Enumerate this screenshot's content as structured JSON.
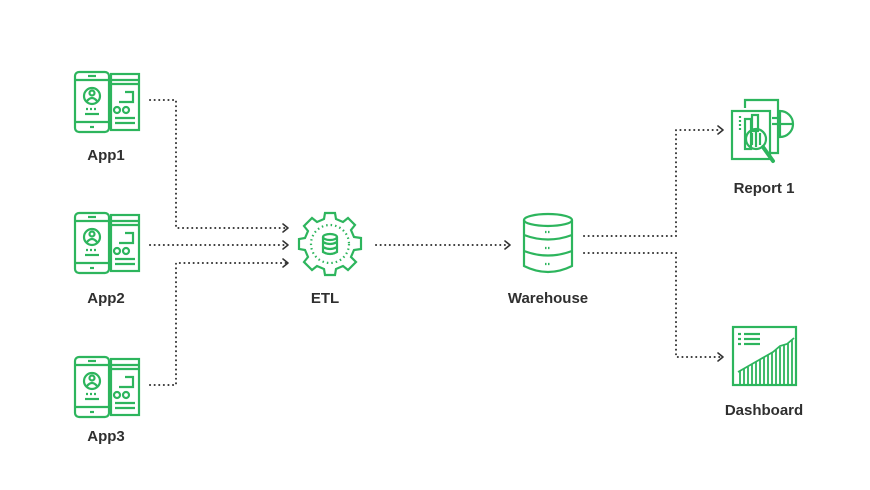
{
  "diagram": {
    "title": "Data pipeline: apps to ETL to warehouse to reports and dashboard",
    "accent_color": "#2db55d",
    "line_color": "#333333",
    "nodes": {
      "app1": {
        "label": "App1",
        "icon": "mobile-app-icon"
      },
      "app2": {
        "label": "App2",
        "icon": "mobile-app-icon"
      },
      "app3": {
        "label": "App3",
        "icon": "mobile-app-icon"
      },
      "etl": {
        "label": "ETL",
        "icon": "gear-database-icon"
      },
      "warehouse": {
        "label": "Warehouse",
        "icon": "database-icon"
      },
      "report": {
        "label": "Report 1",
        "icon": "report-magnifier-icon"
      },
      "dashboard": {
        "label": "Dashboard",
        "icon": "bar-chart-dashboard-icon"
      }
    },
    "edges": [
      {
        "from": "App1",
        "to": "ETL"
      },
      {
        "from": "App2",
        "to": "ETL"
      },
      {
        "from": "App3",
        "to": "ETL"
      },
      {
        "from": "ETL",
        "to": "Warehouse"
      },
      {
        "from": "Warehouse",
        "to": "Report 1"
      },
      {
        "from": "Warehouse",
        "to": "Dashboard"
      }
    ]
  }
}
